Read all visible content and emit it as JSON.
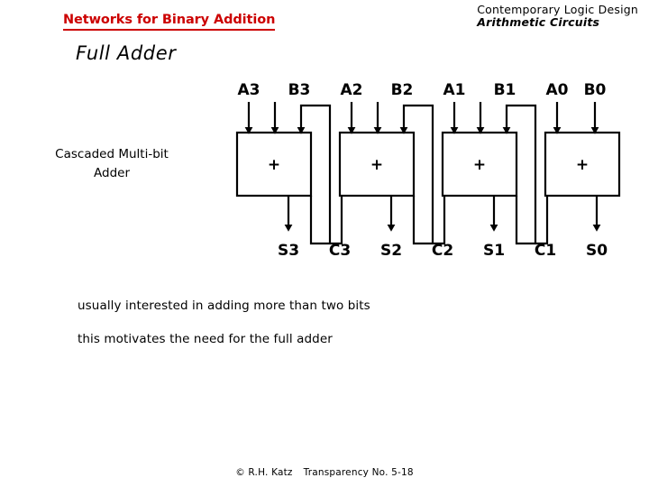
{
  "header": {
    "course_line1": "Contemporary Logic Design",
    "course_line2": "Arithmetic Circuits",
    "slide_title": "Networks for Binary Addition",
    "section_heading": "Full Adder",
    "title_color": "#cc0000"
  },
  "figure": {
    "caption_line1": "Cascaded Multi-bit",
    "caption_line2": "Adder",
    "operator_symbol": "+",
    "stages": [
      {
        "a_label": "A3",
        "b_label": "B3",
        "sum_label": "S3",
        "carry_out_label": "C3",
        "has_carry_in": true
      },
      {
        "a_label": "A2",
        "b_label": "B2",
        "sum_label": "S2",
        "carry_out_label": "C2",
        "has_carry_in": true
      },
      {
        "a_label": "A1",
        "b_label": "B1",
        "sum_label": "S1",
        "carry_out_label": "C1",
        "has_carry_in": true
      },
      {
        "a_label": "A0",
        "b_label": "B0",
        "sum_label": "S0",
        "carry_out_label": "",
        "has_carry_in": false
      }
    ]
  },
  "body": {
    "lines": [
      "usually interested in adding more than two bits",
      "this motivates the need for the full adder"
    ]
  },
  "footer": {
    "copyright": "© R.H. Katz",
    "transparency": "Transparency No. 5-18"
  }
}
